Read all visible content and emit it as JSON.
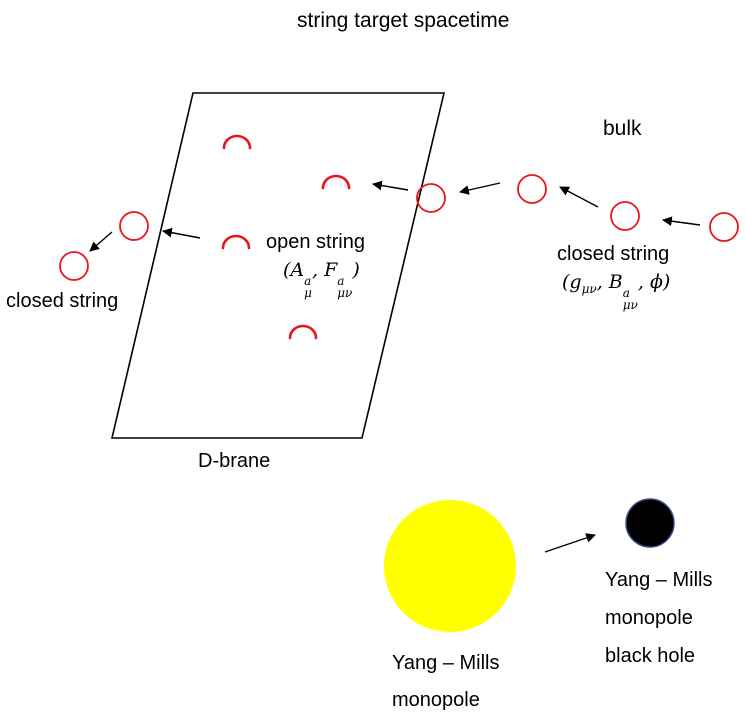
{
  "title": "string target spacetime",
  "bulk_label": "bulk",
  "brane_label": "D-brane",
  "open_string_label": "open string",
  "open_string_fields": {
    "a": "A",
    "f": "F",
    "sup": "a",
    "sub_mu": "μ",
    "sub_munu": "μν"
  },
  "closed_string_right_label": "closed string",
  "closed_string_right_fields": {
    "g": "g",
    "b": "B",
    "sup": "a",
    "sub": "μν",
    "phi": "ϕ"
  },
  "closed_string_left_label": "closed string",
  "monopole_label_line1": "Yang – Mills",
  "monopole_label_line2": "monopole",
  "bh_label_line1": "Yang – Mills",
  "bh_label_line2": "monopole",
  "bh_label_line3": "black hole",
  "colors": {
    "string": "#e8151b",
    "monopole": "#ffff00",
    "black_hole": "#000000",
    "line": "#000000"
  }
}
